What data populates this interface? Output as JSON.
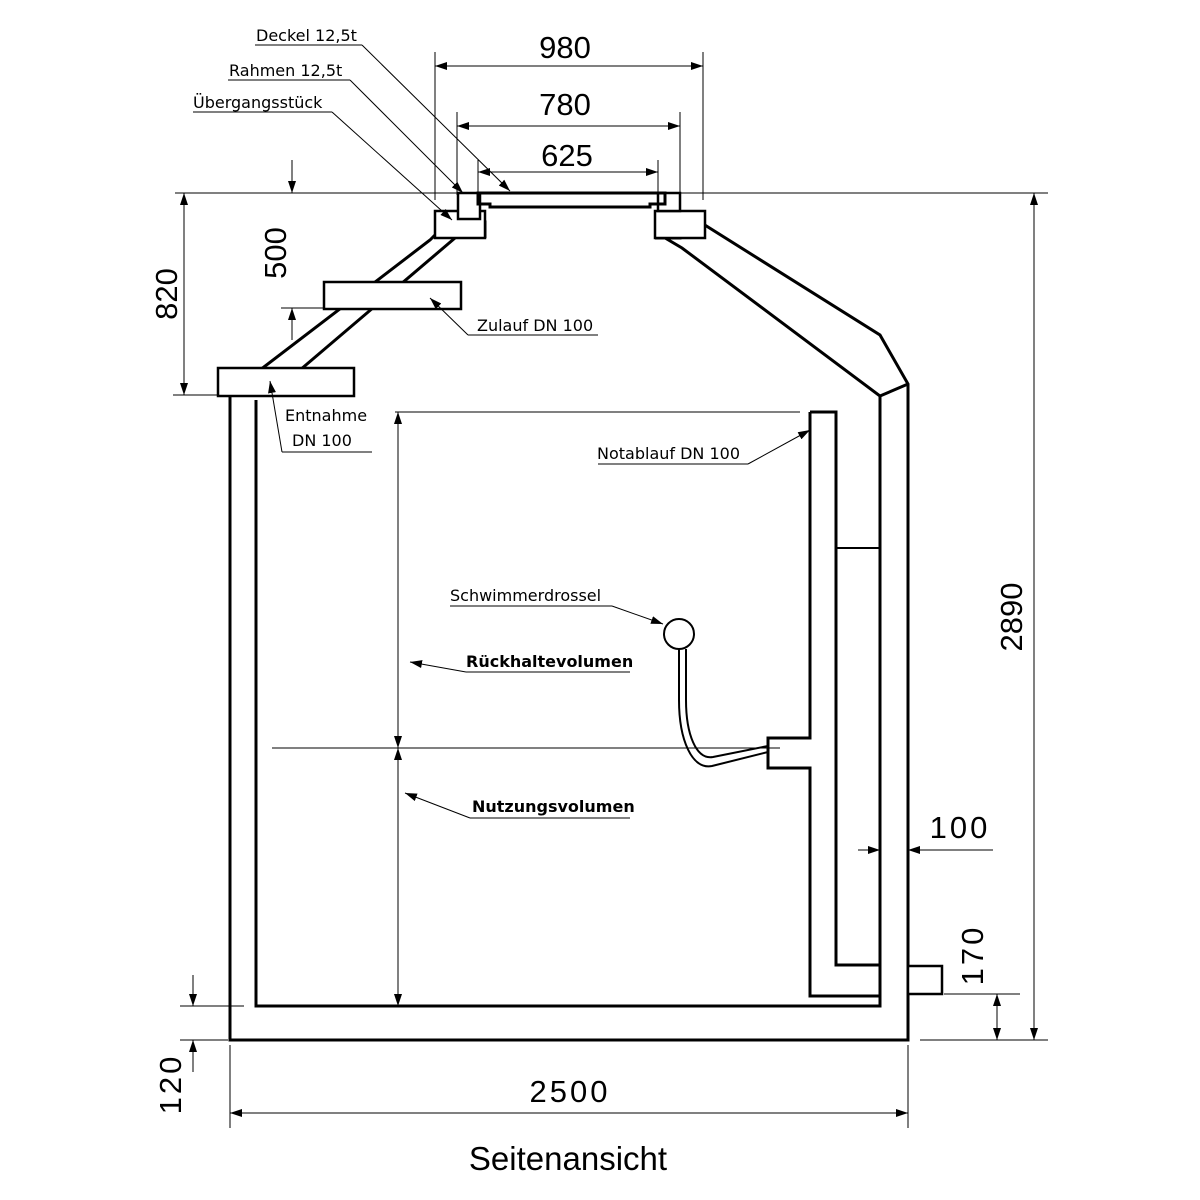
{
  "dimensions": {
    "width_980": "980",
    "width_780": "780",
    "width_625": "625",
    "height_820": "820",
    "height_500": "500",
    "height_2890": "2890",
    "wall_100": "100",
    "height_170": "170",
    "base_120": "120",
    "width_2500": "2500"
  },
  "labels": {
    "deckel": "Deckel 12,5t",
    "rahmen": "Rahmen 12,5t",
    "uebergang": "Übergangsstück",
    "zulauf": "Zulauf DN 100",
    "entnahme_line1": "Entnahme",
    "entnahme_line2": "DN 100",
    "notablauf": "Notablauf DN 100",
    "schwimmerdrossel": "Schwimmerdrossel",
    "rueckhaltevolumen": "Rückhaltevolumen",
    "nutzungsvolumen": "Nutzungsvolumen"
  },
  "caption": "Seitenansicht"
}
